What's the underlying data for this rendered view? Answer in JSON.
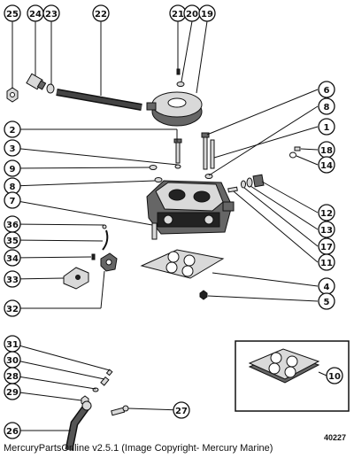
{
  "callouts": {
    "c1": "1",
    "c2": "2",
    "c3": "3",
    "c4": "4",
    "c5": "5",
    "c6": "6",
    "c7": "7",
    "c8a": "8",
    "c8b": "8",
    "c9": "9",
    "c10": "10",
    "c11": "11",
    "c12": "12",
    "c13": "13",
    "c14": "14",
    "c17": "17",
    "c18": "18",
    "c19": "19",
    "c20": "20",
    "c21": "21",
    "c22": "22",
    "c23": "23",
    "c24": "24",
    "c25": "25",
    "c26": "26",
    "c27": "27",
    "c28": "28",
    "c29": "29",
    "c30": "30",
    "c31": "31",
    "c32": "32",
    "c33": "33",
    "c34": "34",
    "c35": "35",
    "c36": "36"
  },
  "footer": {
    "text": "MercuryPartsOnline v2.5.1 (Image Copyright- Mercury Marine)"
  },
  "drawing_number": "40227"
}
